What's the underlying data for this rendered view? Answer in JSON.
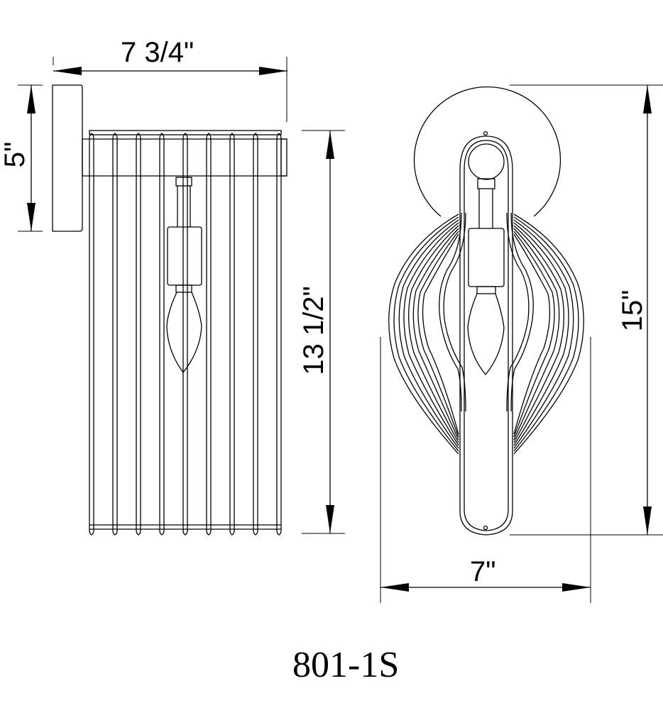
{
  "drawing": {
    "model_number": "801-1S",
    "line_color": "#000000",
    "background": "#ffffff"
  },
  "side_view": {
    "width_label": "7 3/4\"",
    "canopy_height_label": "5\"",
    "body_height_label": "13 1/2\"",
    "cage_bars": 9
  },
  "front_view": {
    "width_label": "7\"",
    "overall_height_label": "15\""
  }
}
